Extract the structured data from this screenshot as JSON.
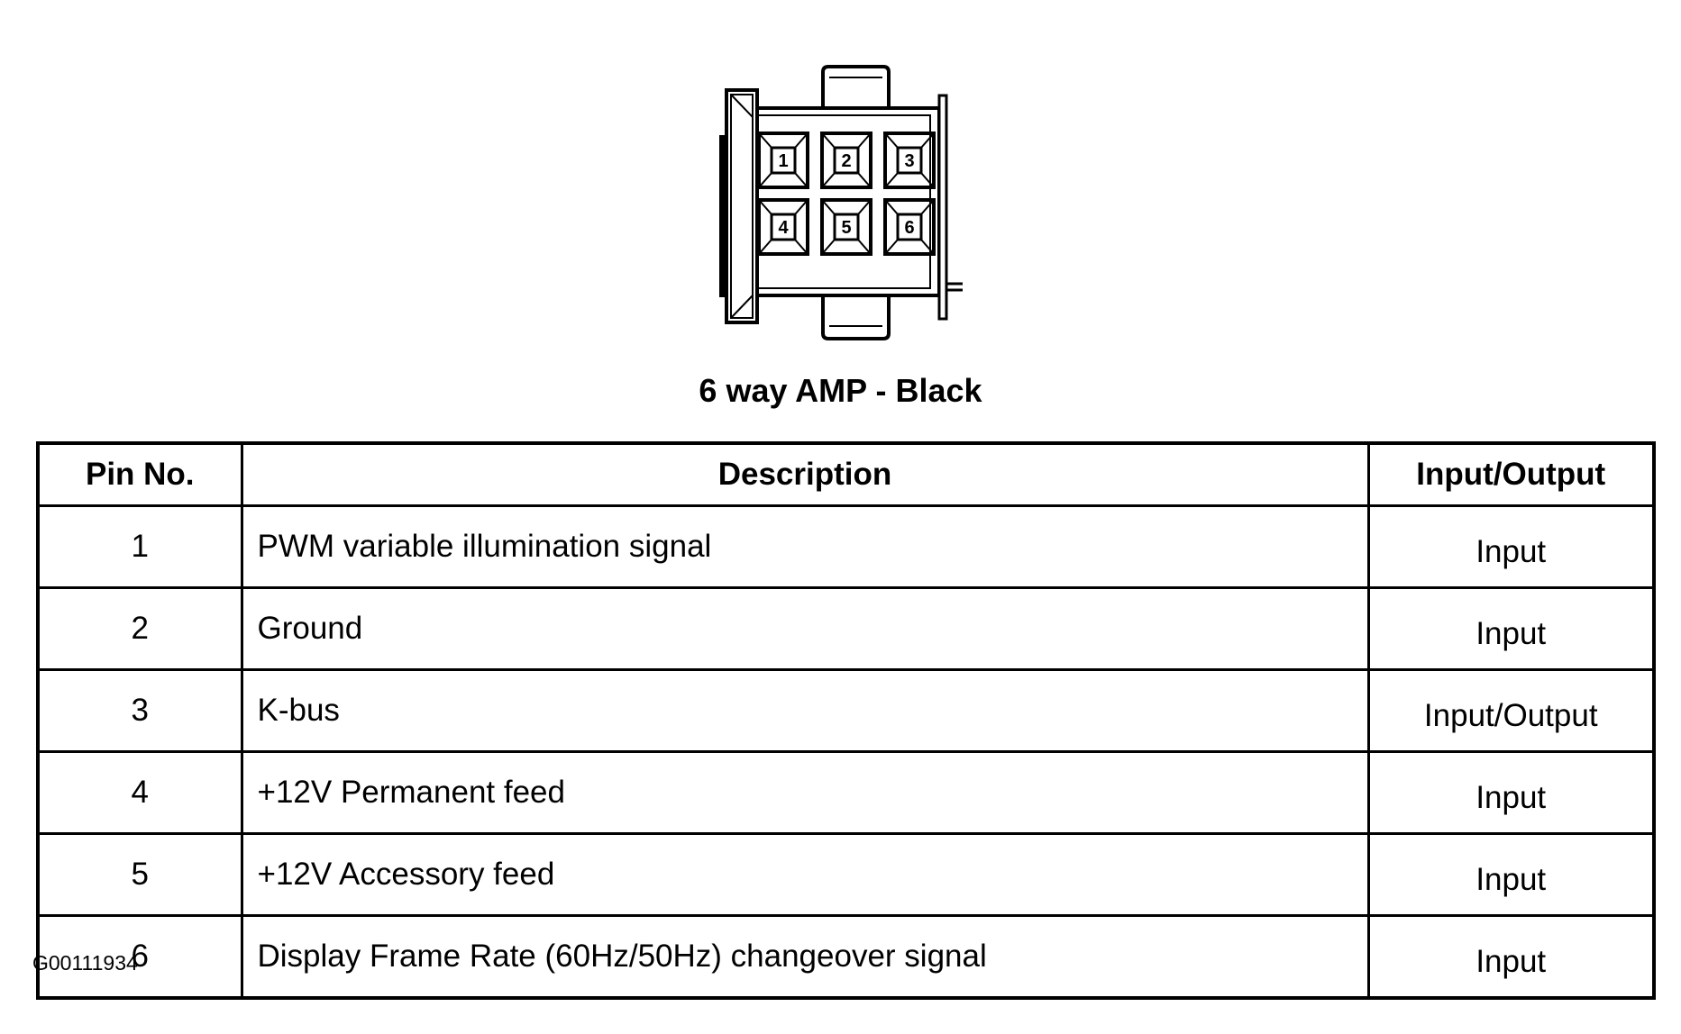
{
  "connector": {
    "title": "6 way AMP - Black",
    "pins": [
      "1",
      "2",
      "3",
      "4",
      "5",
      "6"
    ]
  },
  "table": {
    "headers": {
      "pin": "Pin No.",
      "description": "Description",
      "io": "Input/Output"
    },
    "rows": [
      {
        "pin": "1",
        "description": "PWM variable illumination signal",
        "io": "Input"
      },
      {
        "pin": "2",
        "description": "Ground",
        "io": "Input"
      },
      {
        "pin": "3",
        "description": "K-bus",
        "io": "Input/Output"
      },
      {
        "pin": "4",
        "description": "+12V Permanent feed",
        "io": "Input"
      },
      {
        "pin": "5",
        "description": "+12V Accessory feed",
        "io": "Input"
      },
      {
        "pin": "6",
        "description": "Display Frame Rate (60Hz/50Hz) changeover signal",
        "io": "Input"
      }
    ]
  },
  "figure_id": "G00111934"
}
